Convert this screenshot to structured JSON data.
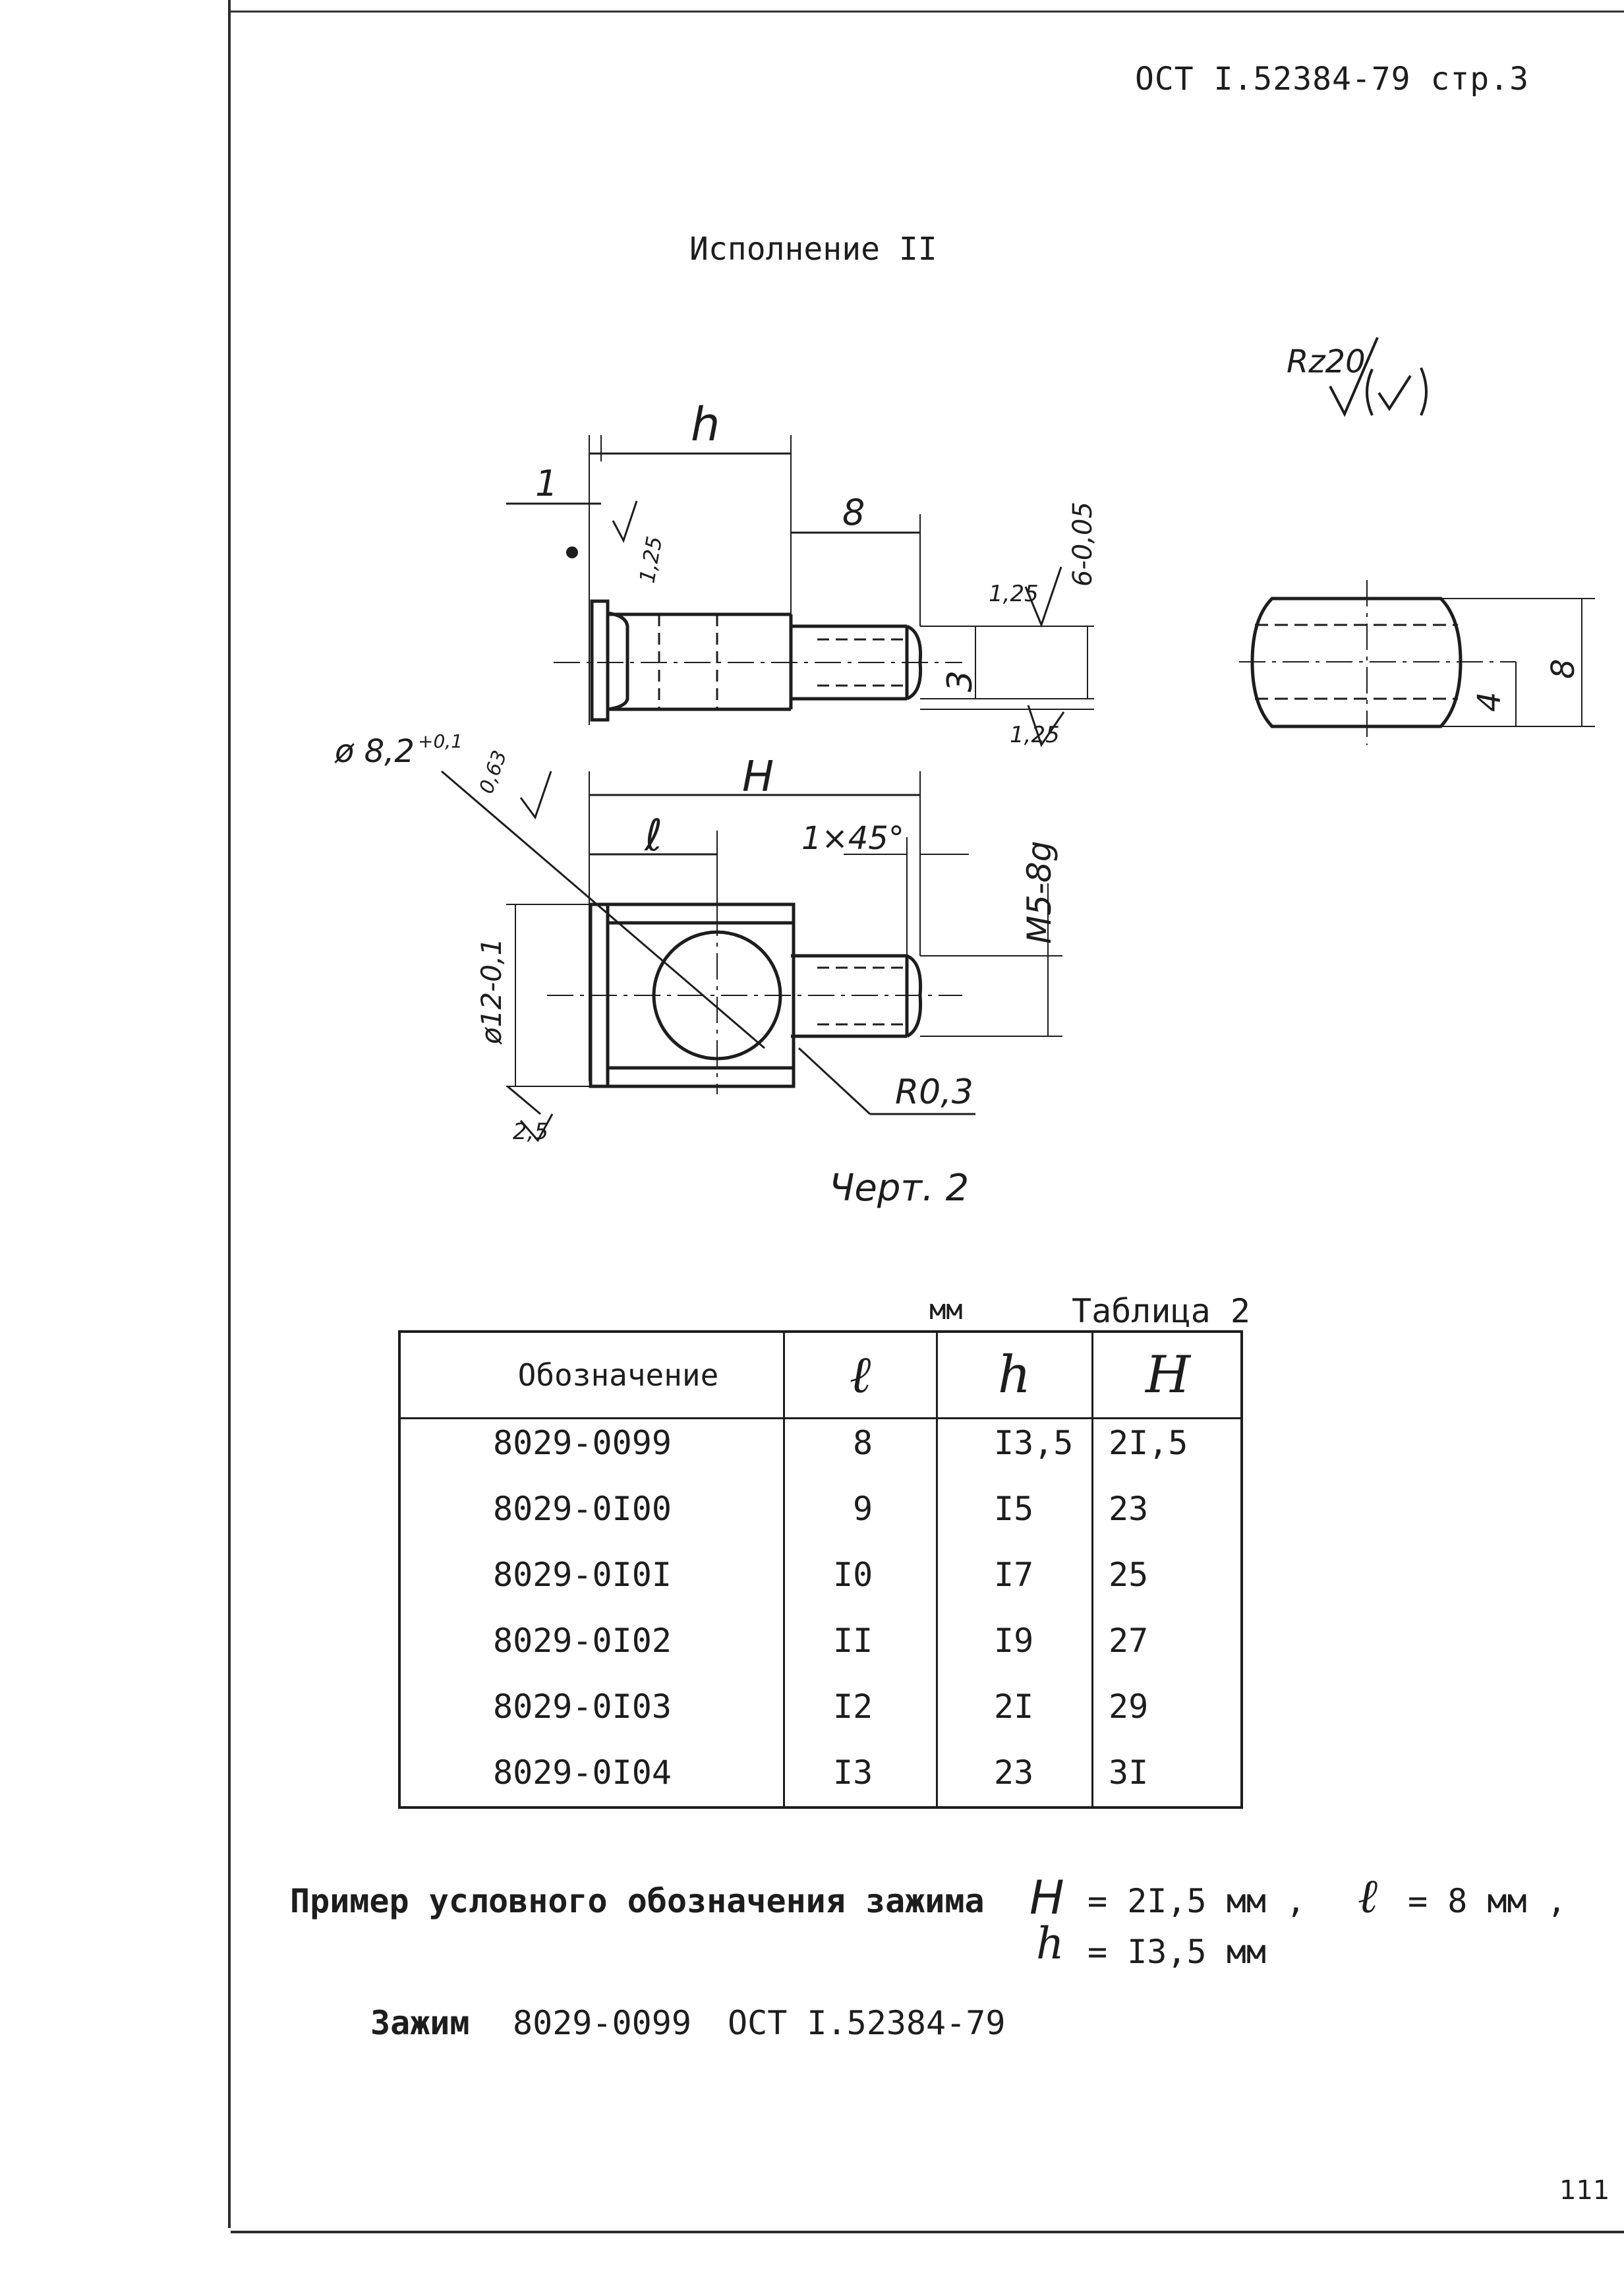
{
  "header": {
    "doc_ref": "ОСТ I.52384-79 стр.3"
  },
  "variant_title": "Исполнение II",
  "drawing": {
    "roughness_general": "Rz20",
    "dims": {
      "h": "h",
      "one": "1",
      "eight": "8",
      "rough_125_a": "1,25",
      "rough_125_b": "1,25",
      "rough_125_c": "1,25",
      "six": "6-0,05",
      "three": "3",
      "phi82": "ø 8,2",
      "phi82_tol": "+0,1",
      "rough_063": "0,63",
      "H": "H",
      "l": "ℓ",
      "chamfer": "1×45°",
      "m5": "M5-8g",
      "phi12": "ø12-0,1",
      "r03": "R0,3",
      "rough_25": "2,5",
      "side_four": "4",
      "side_eight": "8"
    },
    "caption": "Черт. 2"
  },
  "table": {
    "units": "мм",
    "title": "Таблица 2",
    "headers": [
      "Обозначение",
      "ℓ",
      "h",
      "H"
    ],
    "rows": [
      [
        "8029-0099",
        "8",
        "I3,5",
        "2I,5"
      ],
      [
        "8029-0I00",
        "9",
        "I5",
        "23"
      ],
      [
        "8029-0I0I",
        "I0",
        "I7",
        "25"
      ],
      [
        "8029-0I02",
        "II",
        "I9",
        "27"
      ],
      [
        "8029-0I03",
        "I2",
        "2I",
        "29"
      ],
      [
        "8029-0I04",
        "I3",
        "23",
        "3I"
      ]
    ]
  },
  "example": {
    "label": "Пример условного обозначения зажима",
    "H_sym": "H",
    "H_val": "= 2I,5 мм ,",
    "l_sym": "ℓ",
    "l_val": "= 8 мм ,",
    "h_sym": "h",
    "h_val": "= I3,5 мм"
  },
  "reference": {
    "label": "Зажим",
    "code": "8029-0099",
    "std": "ОСТ I.52384-79"
  },
  "page_number": "111"
}
